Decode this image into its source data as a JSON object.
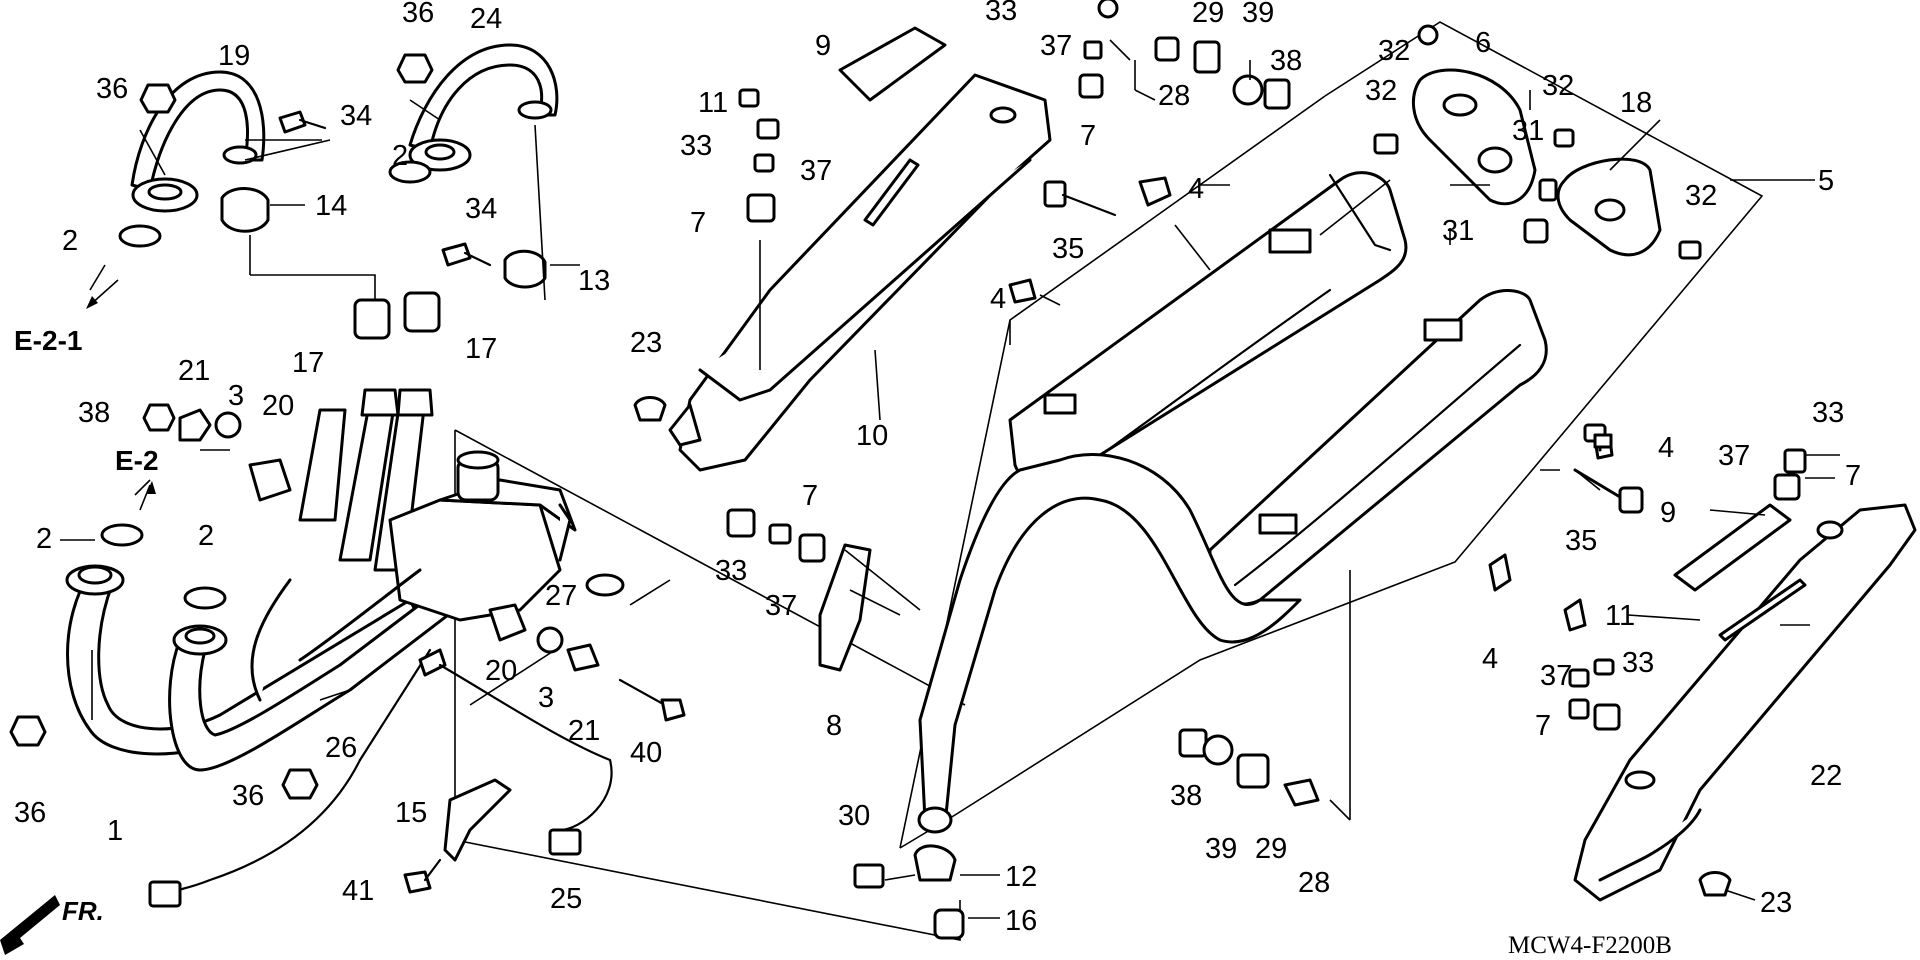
{
  "diagram_code": "MCW4-F2200B",
  "references": {
    "e21": "E-2-1",
    "e2": "E-2"
  },
  "front_marker": "FR.",
  "callouts": [
    {
      "id": "c1",
      "text": "36"
    },
    {
      "id": "c2",
      "text": "19"
    },
    {
      "id": "c3",
      "text": "34"
    },
    {
      "id": "c4",
      "text": "14"
    },
    {
      "id": "c5",
      "text": "2"
    },
    {
      "id": "c6",
      "text": "36"
    },
    {
      "id": "c7",
      "text": "24"
    },
    {
      "id": "c8",
      "text": "2"
    },
    {
      "id": "c9",
      "text": "34"
    },
    {
      "id": "c10",
      "text": "13"
    },
    {
      "id": "c11",
      "text": "17"
    },
    {
      "id": "c12",
      "text": "17"
    },
    {
      "id": "c13",
      "text": "38"
    },
    {
      "id": "c14",
      "text": "21"
    },
    {
      "id": "c15",
      "text": "3"
    },
    {
      "id": "c16",
      "text": "20"
    },
    {
      "id": "c17",
      "text": "2"
    },
    {
      "id": "c18",
      "text": "2"
    },
    {
      "id": "c19",
      "text": "27"
    },
    {
      "id": "c20",
      "text": "20"
    },
    {
      "id": "c21",
      "text": "3"
    },
    {
      "id": "c22",
      "text": "21"
    },
    {
      "id": "c23",
      "text": "40"
    },
    {
      "id": "c24",
      "text": "26"
    },
    {
      "id": "c25",
      "text": "36"
    },
    {
      "id": "c26",
      "text": "36"
    },
    {
      "id": "c27",
      "text": "1"
    },
    {
      "id": "c28",
      "text": "15"
    },
    {
      "id": "c29",
      "text": "41"
    },
    {
      "id": "c30",
      "text": "25"
    },
    {
      "id": "c31",
      "text": "9"
    },
    {
      "id": "c32",
      "text": "11"
    },
    {
      "id": "c33",
      "text": "33"
    },
    {
      "id": "c34",
      "text": "37"
    },
    {
      "id": "c35",
      "text": "7"
    },
    {
      "id": "c36",
      "text": "23"
    },
    {
      "id": "c37",
      "text": "10"
    },
    {
      "id": "c38",
      "text": "33"
    },
    {
      "id": "c39",
      "text": "37"
    },
    {
      "id": "c40",
      "text": "7"
    },
    {
      "id": "c41",
      "text": "29"
    },
    {
      "id": "c42",
      "text": "39"
    },
    {
      "id": "c43",
      "text": "38"
    },
    {
      "id": "c44",
      "text": "28"
    },
    {
      "id": "c45",
      "text": "4"
    },
    {
      "id": "c46",
      "text": "35"
    },
    {
      "id": "c47",
      "text": "4"
    },
    {
      "id": "c48",
      "text": "32"
    },
    {
      "id": "c49",
      "text": "6"
    },
    {
      "id": "c50",
      "text": "32"
    },
    {
      "id": "c51",
      "text": "32"
    },
    {
      "id": "c52",
      "text": "18"
    },
    {
      "id": "c53",
      "text": "31"
    },
    {
      "id": "c54",
      "text": "31"
    },
    {
      "id": "c55",
      "text": "32"
    },
    {
      "id": "c56",
      "text": "5"
    },
    {
      "id": "c57",
      "text": "33"
    },
    {
      "id": "c58",
      "text": "7"
    },
    {
      "id": "c59",
      "text": "37"
    },
    {
      "id": "c60",
      "text": "8"
    },
    {
      "id": "c61",
      "text": "30"
    },
    {
      "id": "c62",
      "text": "12"
    },
    {
      "id": "c63",
      "text": "16"
    },
    {
      "id": "c64",
      "text": "33"
    },
    {
      "id": "c65",
      "text": "4"
    },
    {
      "id": "c66",
      "text": "37"
    },
    {
      "id": "c67",
      "text": "7"
    },
    {
      "id": "c68",
      "text": "35"
    },
    {
      "id": "c69",
      "text": "9"
    },
    {
      "id": "c70",
      "text": "4"
    },
    {
      "id": "c71",
      "text": "11"
    },
    {
      "id": "c72",
      "text": "33"
    },
    {
      "id": "c73",
      "text": "37"
    },
    {
      "id": "c74",
      "text": "7"
    },
    {
      "id": "c75",
      "text": "22"
    },
    {
      "id": "c76",
      "text": "38"
    },
    {
      "id": "c77",
      "text": "39"
    },
    {
      "id": "c78",
      "text": "29"
    },
    {
      "id": "c79",
      "text": "28"
    },
    {
      "id": "c80",
      "text": "23"
    }
  ]
}
